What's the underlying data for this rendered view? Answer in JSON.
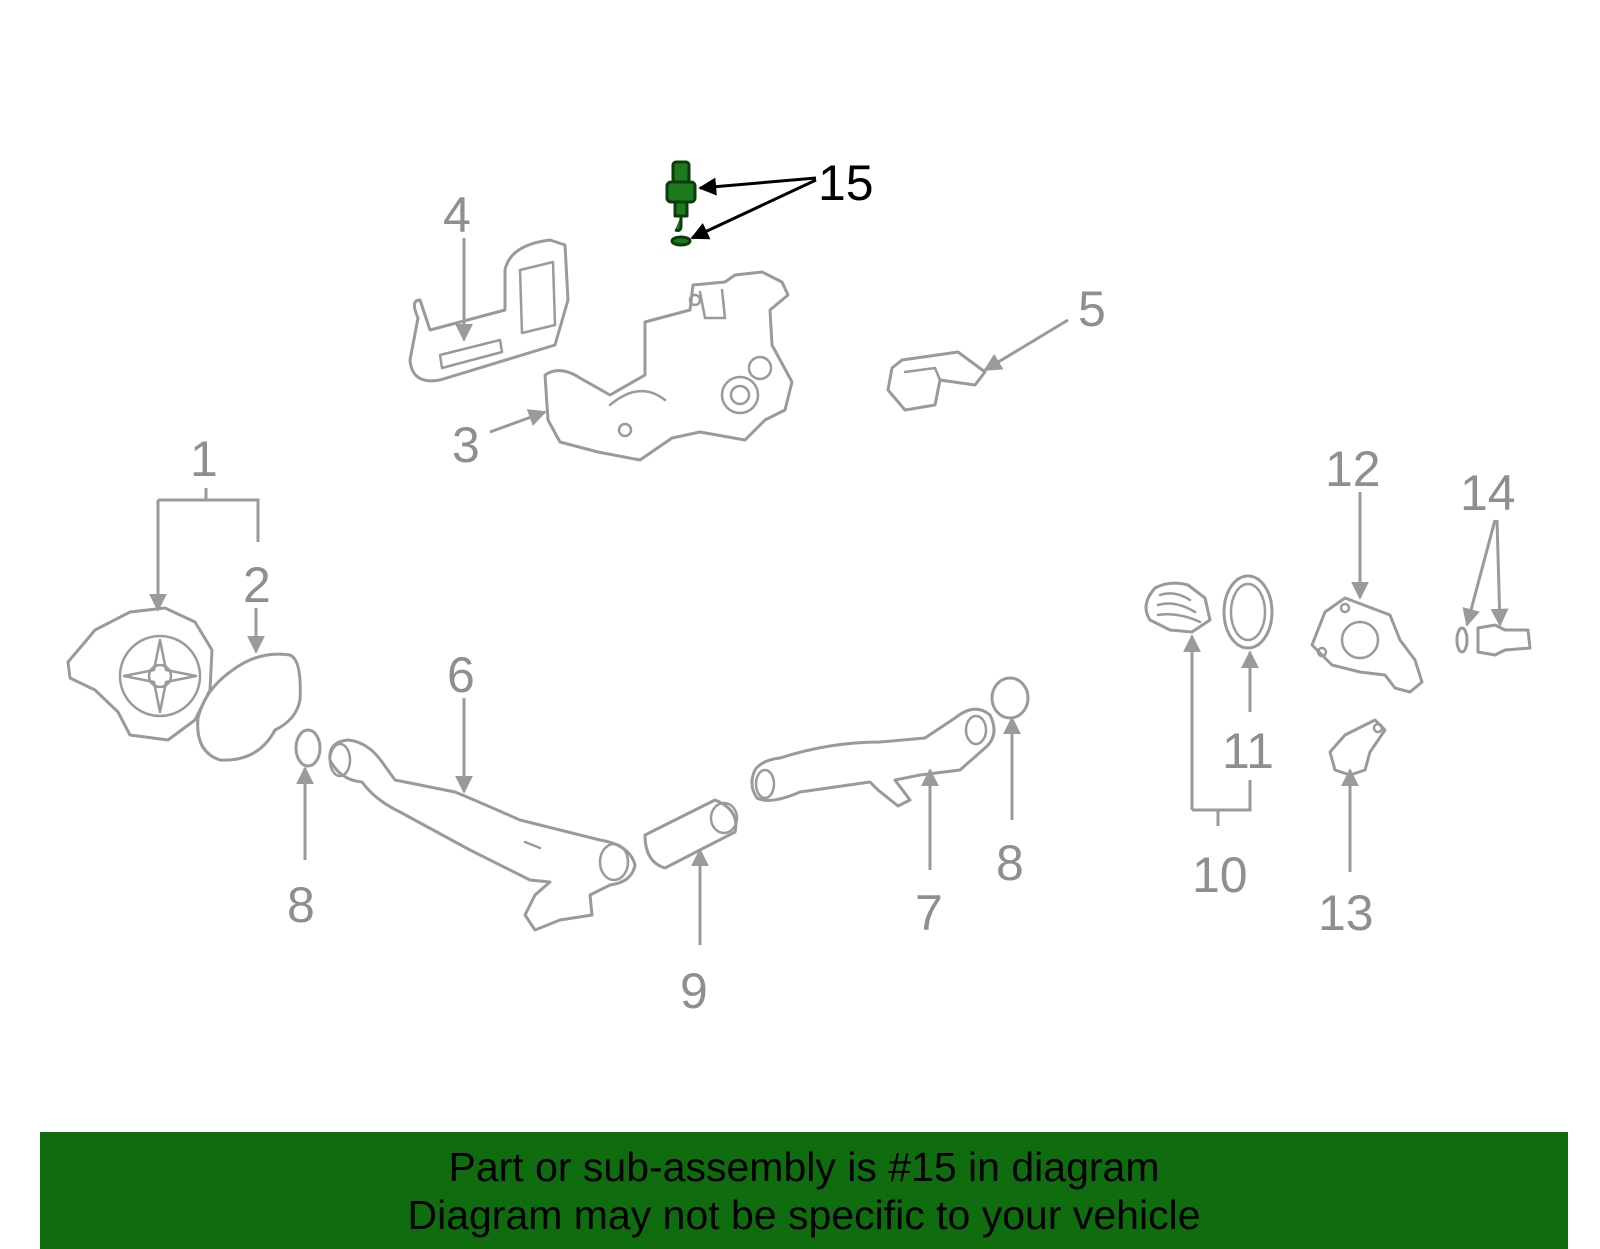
{
  "callouts": [
    "1",
    "2",
    "3",
    "4",
    "5",
    "6",
    "7",
    "8",
    "8",
    "9",
    "10",
    "11",
    "12",
    "13",
    "14",
    "15"
  ],
  "highlight": {
    "callout": "15",
    "color": "#1e7a1e"
  },
  "banner": {
    "line1": "Part or sub-assembly is #15 in diagram",
    "line2": "Diagram may not be specific to your vehicle",
    "background": "#0f6d0f"
  }
}
